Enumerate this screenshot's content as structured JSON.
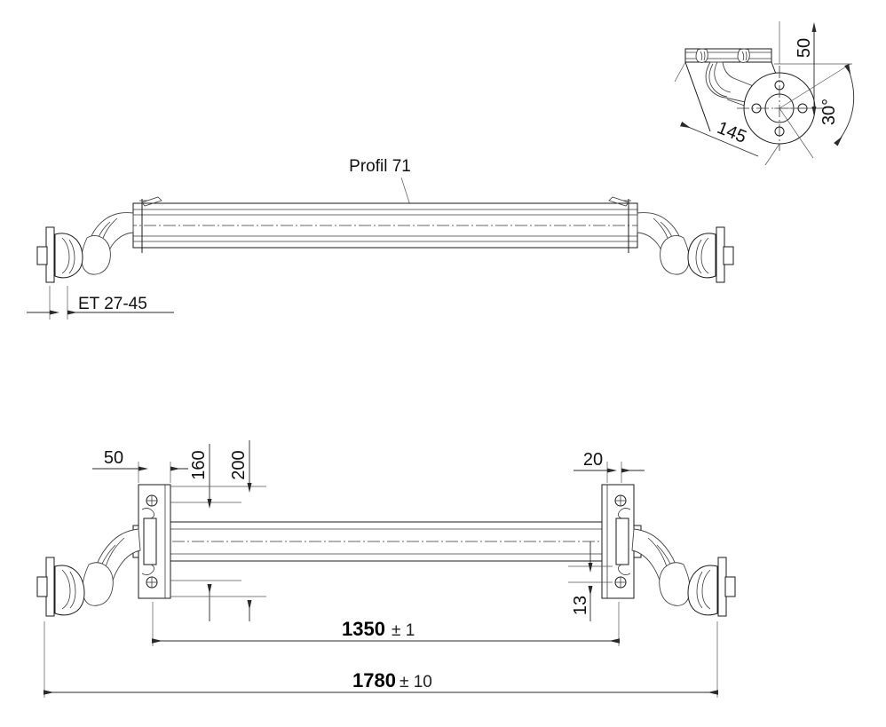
{
  "drawing": {
    "title": "Trailer torsion axle technical drawing",
    "views": {
      "top": {
        "name": "top-view"
      },
      "bottom": {
        "name": "bottom-view"
      },
      "detail": {
        "name": "hub-detail-view"
      }
    },
    "labels": {
      "profile": "Profil 71",
      "offset": "ET 27-45"
    },
    "dimensions": {
      "detail_50": "50",
      "detail_30deg": "30°",
      "detail_145": "145",
      "bracket_50": "50",
      "beam_160": "160",
      "beam_200": "200",
      "bracket_20": "20",
      "bracket_13": "13",
      "track_value": "1350",
      "track_tolerance": "± 1",
      "overall_value": "1780",
      "overall_tolerance": "± 10"
    },
    "colors": {
      "line": "#1a1a1a",
      "dimension": "#2a2a2a",
      "extension": "#555555",
      "text": "#111111",
      "background": "#ffffff"
    }
  }
}
